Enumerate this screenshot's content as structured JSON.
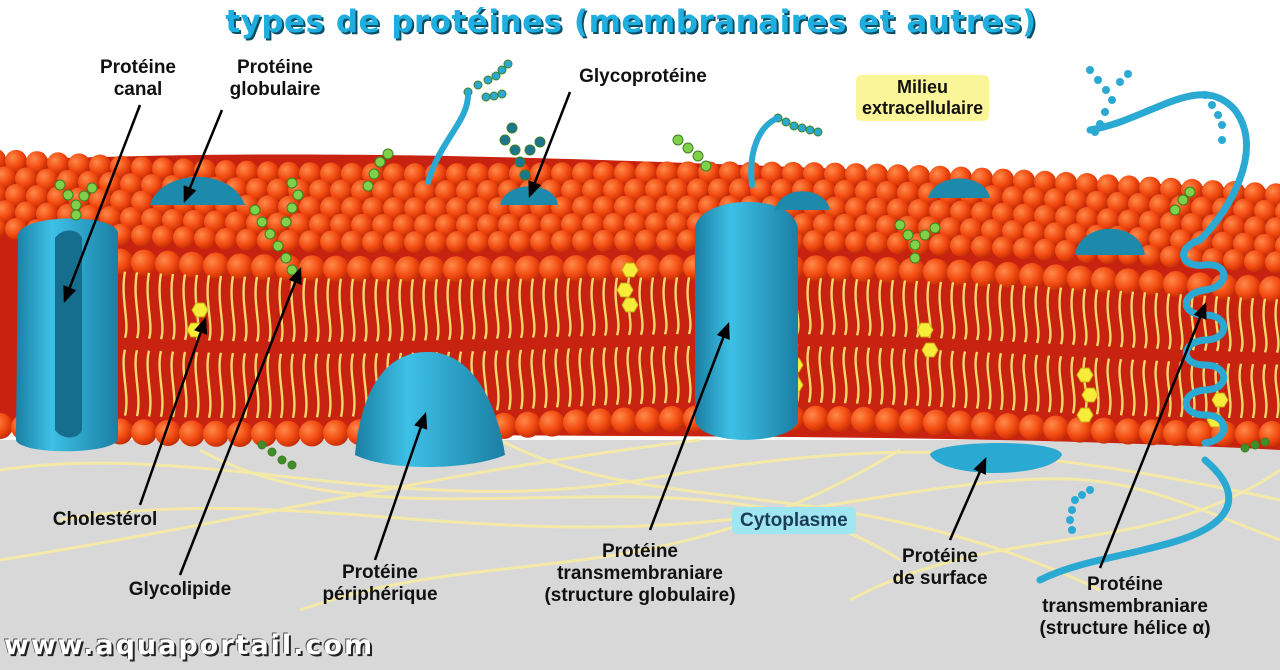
{
  "title": "types de protéines (membranaires et autres)",
  "footer": "www.aquaportail.com",
  "regions": {
    "extracellular": "Milieu\nextracellulaire",
    "cytoplasm": "Cytoplasme"
  },
  "labels": {
    "canal": "Protéine\ncanal",
    "globulaire": "Protéine\nglobulaire",
    "glycoproteine": "Glycoprotéine",
    "cholesterol": "Cholestérol",
    "glycolipide": "Glycolipide",
    "peripherique": "Protéine\npériphérique",
    "transmembranaire_globulaire": "Protéine\ntransmembraniare\n(structure globulaire)",
    "surface": "Protéine\nde surface",
    "transmembranaire_helice": "Protéine\ntransmembraniare\n(structure hélice α)"
  },
  "colors": {
    "title": "#1eaee0",
    "protein": "#2aa9d2",
    "protein_dark": "#1a7fa3",
    "head": "#f24a10",
    "tail": "#f5d76e",
    "membrane_back": "#c82310",
    "cytoplasm": "#d6d6d6",
    "sugar": "#7fd14a",
    "cholesterol": "#f8ec3a"
  }
}
